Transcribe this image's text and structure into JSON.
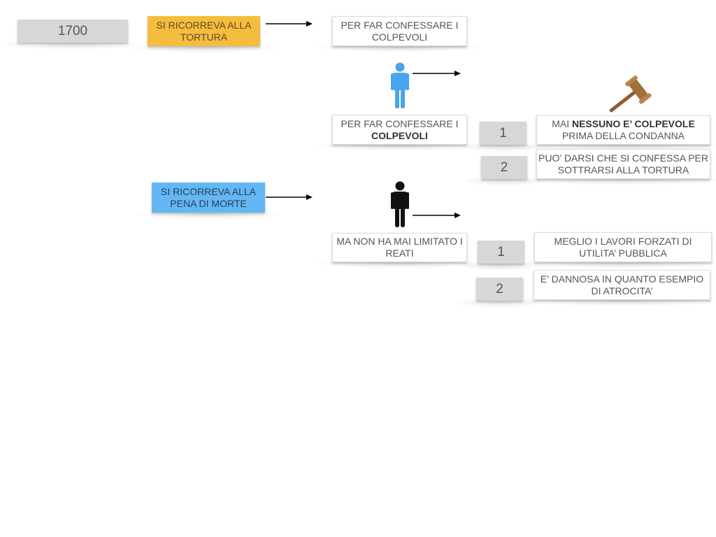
{
  "row1": {
    "year": "1700",
    "practice": "SI RICORREVA ALLA TORTURA",
    "purpose": "PER FAR CONFESSARE I COLPEVOLI"
  },
  "torture_analysis": {
    "purpose_prefix": "PER FAR CONFESSARE I",
    "purpose_bold": "COLPEVOLI",
    "points": [
      {
        "num": "1",
        "pre": "MAI ",
        "bold": "NESSUNO E’ COLPEVOLE",
        "post": "PRIMA DELLA CONDANNA"
      },
      {
        "num": "2",
        "text": "PUO’ DARSI CHE SI CONFESSA PER SOTTRARSI ALLA TORTURA"
      }
    ]
  },
  "death_penalty": {
    "practice": "SI RICORREVA ALLA PENA DI MORTE",
    "critique": "MA NON HA MAI LIMITATO I REATI",
    "points": [
      {
        "num": "1",
        "text": "MEGLIO I LAVORI FORZATI DI UTILITA’ PUBBLICA"
      },
      {
        "num": "2",
        "text": "E’ DANNOSA IN QUANTO ESEMPIO DI ATROCITA’"
      }
    ]
  },
  "icons": {
    "person_blue": "person-icon",
    "person_black": "person-icon",
    "gavel": "gavel-icon",
    "person_blue_color": "#4aa3ee",
    "person_black_color": "#111111",
    "gavel_color": "#a0713a"
  }
}
